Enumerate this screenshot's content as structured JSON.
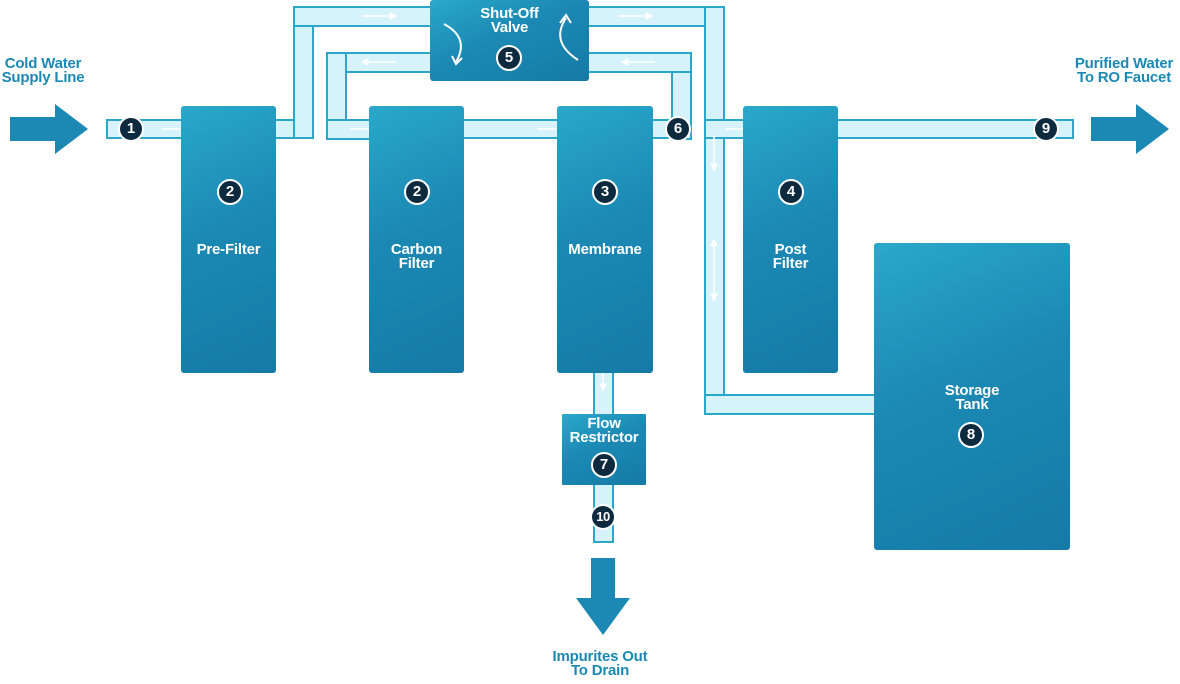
{
  "labels": {
    "inlet": "Cold Water\nSupply Line",
    "outlet": "Purified Water\nTo RO Faucet",
    "drain": "Impurites Out\nTo Drain"
  },
  "components": {
    "prefilter": {
      "name": "Pre-Filter",
      "number": "2"
    },
    "carbon": {
      "name": "Carbon\nFilter",
      "number": "2"
    },
    "membrane": {
      "name": "Membrane",
      "number": "3"
    },
    "postfilter": {
      "name": "Post\nFilter",
      "number": "4"
    },
    "valve": {
      "name": "Shut-Off\nValve",
      "number": "5"
    },
    "restrictor": {
      "name": "Flow\nRestrictor",
      "number": "7"
    },
    "tank": {
      "name": "Storage\nTank",
      "number": "8"
    }
  },
  "points": {
    "inlet": "1",
    "valve_port": "6",
    "outlet": "9",
    "drain": "10"
  },
  "colors": {
    "block": "#1b89b4",
    "pipe_fill": "#d6f3fb",
    "pipe_border": "#2aa7c9",
    "badge": "#0e2a3f",
    "text_external": "#1b89b4"
  }
}
